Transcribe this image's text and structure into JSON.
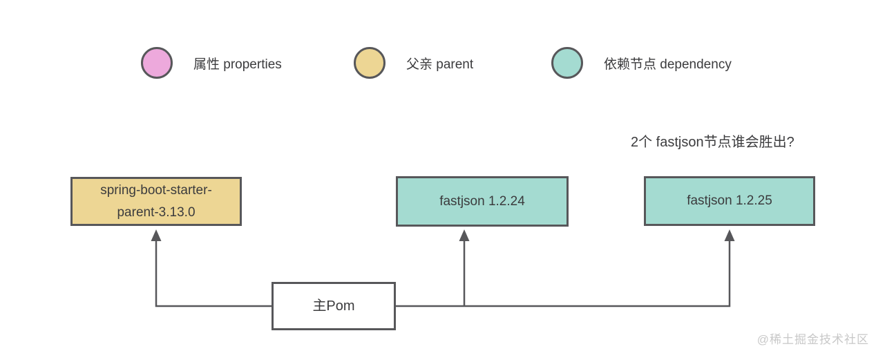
{
  "colors": {
    "properties_fill": "#eda9dc",
    "parent_fill": "#edd694",
    "dependency_fill": "#a4dbd1",
    "root_fill": "#ffffff",
    "outline": "#57575a",
    "text": "#3b3b3d",
    "watermark": "#c8c8c8",
    "background": "#ffffff"
  },
  "legend": {
    "items": [
      {
        "icon": "circle",
        "label": "属性 properties",
        "color": "#eda9dc"
      },
      {
        "icon": "circle",
        "label": "父亲 parent",
        "color": "#edd694"
      },
      {
        "icon": "circle",
        "label": "依赖节点 dependency",
        "color": "#a4dbd1"
      }
    ]
  },
  "annotation": {
    "question": "2个 fastjson节点谁会胜出?"
  },
  "nodes": {
    "parent_node": {
      "label": "spring-boot-starter-\nparent-3.13.0",
      "type": "parent",
      "color": "#edd694"
    },
    "dependency_a": {
      "label": "fastjson 1.2.24",
      "type": "dependency",
      "color": "#a4dbd1"
    },
    "dependency_b": {
      "label": "fastjson 1.2.25",
      "type": "dependency",
      "color": "#a4dbd1"
    },
    "main_pom": {
      "label": "主Pom",
      "type": "root",
      "color": "#ffffff"
    }
  },
  "watermark": {
    "text": "@稀土掘金技术社区"
  }
}
